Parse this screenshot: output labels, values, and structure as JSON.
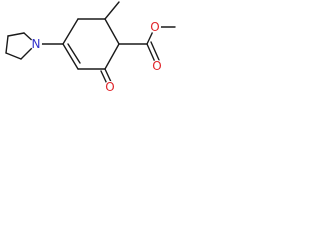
{
  "molecule": {
    "atoms": [
      {
        "label": "N",
        "color": "#3333cc"
      },
      {
        "label": "O",
        "color": "#e0262b"
      },
      {
        "label": "O",
        "color": "#e0262b"
      },
      {
        "label": "O",
        "color": "#e0262b"
      }
    ]
  }
}
